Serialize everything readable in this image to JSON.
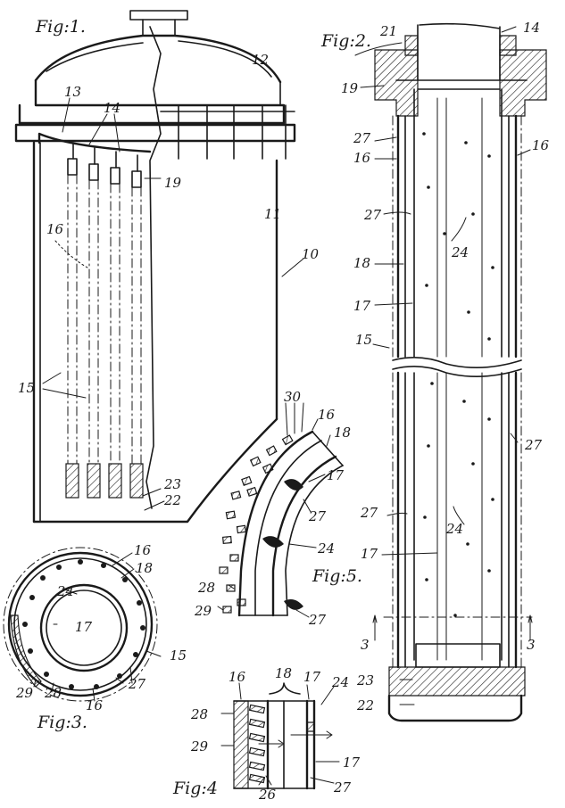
{
  "figures": {
    "fig1": "Fig:1.",
    "fig2": "Fig:2.",
    "fig3": "Fig:3.",
    "fig4": "Fig:4",
    "fig5": "Fig:5."
  },
  "labels": {
    "n10": "10",
    "n11": "11",
    "n12": "12",
    "n13": "13",
    "n14": "14",
    "n15": "15",
    "n16": "16",
    "n17": "17",
    "n18": "18",
    "n19": "19",
    "n21": "21",
    "n22": "22",
    "n23": "23",
    "n24": "24",
    "n26": "26",
    "n27": "27",
    "n28": "28",
    "n29": "29",
    "n30": "30",
    "n3": "3"
  }
}
